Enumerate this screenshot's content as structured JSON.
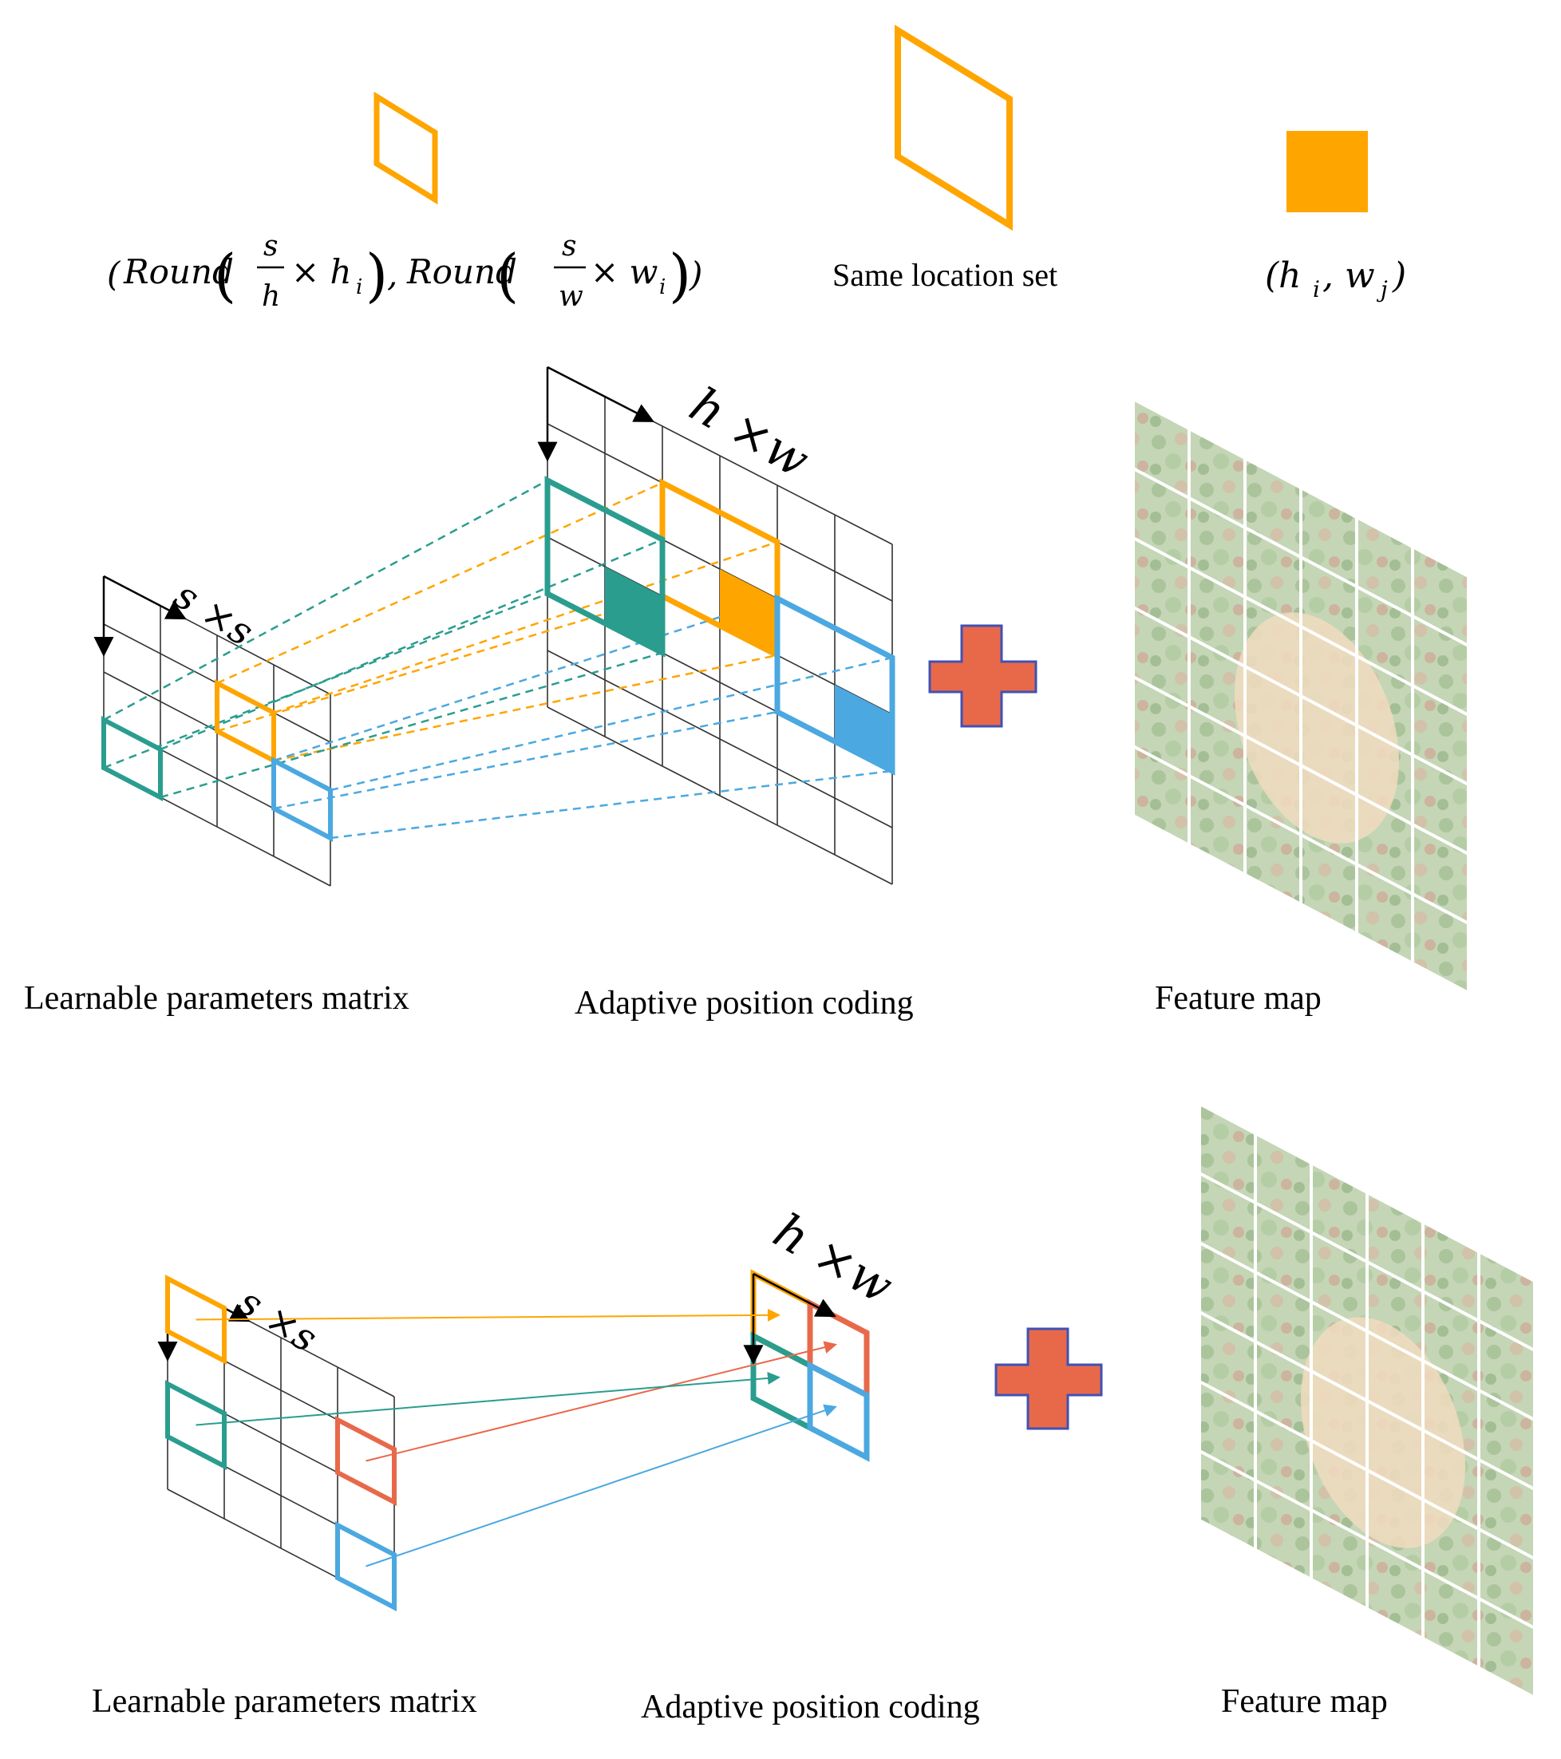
{
  "legend": {
    "small_cell_formula": {
      "open": "(",
      "round1": "Round",
      "frac1_num": "s",
      "frac1_den": "h",
      "times1": "× h",
      "sub1": "i",
      "comma": ",",
      "round2": "Round",
      "frac2_num": "s",
      "frac2_den": "w",
      "times2": "× w",
      "sub2": "i",
      "close": ")"
    },
    "location_set_label": "Same location set",
    "target_cell_label": {
      "open": "(h",
      "sub_i": "i",
      "mid": ", w",
      "sub_j": "j",
      "close": ")"
    }
  },
  "panel_top": {
    "matrix_dim": "s ×s",
    "coding_dim": "h ×w",
    "matrix_label": "Learnable parameters matrix",
    "coding_label": "Adaptive position coding",
    "feature_label": "Feature map"
  },
  "panel_bottom": {
    "matrix_dim": "s ×s",
    "coding_dim": "h ×w",
    "matrix_label": "Learnable parameters matrix",
    "coding_label": "Adaptive position coding",
    "feature_label": "Feature map"
  },
  "colors": {
    "orange": "#FFA500",
    "teal": "#2A9D8F",
    "blue": "#4BA8E0",
    "red": "#E8694A",
    "plus_fill": "#E8694A",
    "plus_stroke": "#3F51B5",
    "grid": "#333333"
  }
}
